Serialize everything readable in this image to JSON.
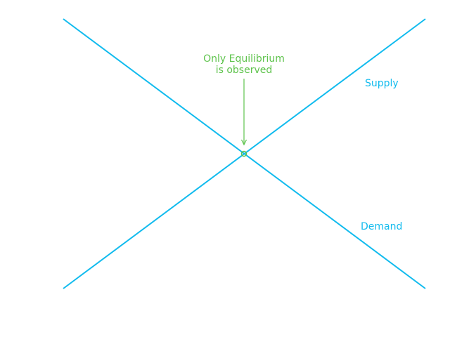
{
  "chart_data": {
    "type": "line",
    "title": "",
    "xlabel": "",
    "ylabel": "",
    "x": [
      0,
      1
    ],
    "series": [
      {
        "name": "Supply",
        "values": [
          0,
          1
        ],
        "color": "#11bbee"
      },
      {
        "name": "Demand",
        "values": [
          1,
          0
        ],
        "color": "#11bbee"
      }
    ],
    "xlim": [
      0,
      1
    ],
    "ylim": [
      0,
      1
    ],
    "grid": false,
    "axes_visible": false,
    "annotations": [
      {
        "text": "Only Equilibrium\nis observed",
        "xy": [
          0.5,
          0.5
        ],
        "color": "#5ec34c",
        "arrow": true
      }
    ],
    "markers": [
      {
        "name": "equilibrium-point",
        "x": 0.5,
        "y": 0.5,
        "shape": "circle-open",
        "color": "#5ec34c"
      }
    ]
  },
  "labels": {
    "supply": "Supply",
    "demand": "Demand",
    "annotation_line1": "Only Equilibrium",
    "annotation_line2": "is observed"
  },
  "colors": {
    "lines": "#11bbee",
    "annotation": "#5ec34c"
  }
}
